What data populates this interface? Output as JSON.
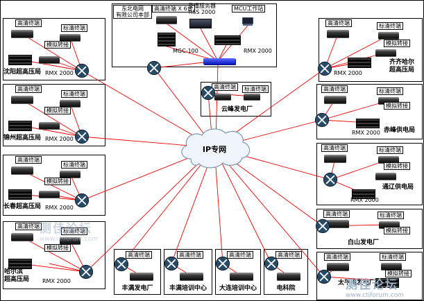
{
  "cloud": {
    "label": "IP专网"
  },
  "shared": {
    "hd_terminal": "高清终端",
    "sd_terminal": "标清终端",
    "analog_patch": "模拟转接",
    "rmx": "RMX 2000"
  },
  "hq": {
    "name_line1": "东北电网",
    "name_line2": "有限公司本部",
    "hd_count": "高清终端 X 6台",
    "recorder_line1": "录播服务器",
    "recorder_line2": "RSS 2000",
    "mcu_station": "MCU工作站",
    "mgc": "MGC-100",
    "rmx": "RMX 2000"
  },
  "left_sites": [
    {
      "name": "沈阳超高压局",
      "name2": ""
    },
    {
      "name": "锦州超高压局",
      "name2": ""
    },
    {
      "name": "长春超高压局",
      "name2": ""
    },
    {
      "name": "哈尔滨",
      "name2": "超高压局"
    }
  ],
  "right_sites": [
    {
      "name": "齐齐哈尔",
      "name2": "超高压局"
    },
    {
      "name": "赤峰供电局",
      "name2": ""
    },
    {
      "name": "通辽供电局",
      "name2": ""
    },
    {
      "name": "白山发电厂",
      "name2": ""
    },
    {
      "name": "太平湾发电厂",
      "name2": ""
    }
  ],
  "mid_sites": [
    {
      "name": "云峰发电厂"
    }
  ],
  "bottom_sites": [
    {
      "name": "丰满发电厂"
    },
    {
      "name": "丰满培训中心"
    },
    {
      "name": "大连培训中心"
    },
    {
      "name": "电科院"
    }
  ],
  "watermark": {
    "brand": "测佳论坛",
    "url": "www.ctiforum.com"
  }
}
